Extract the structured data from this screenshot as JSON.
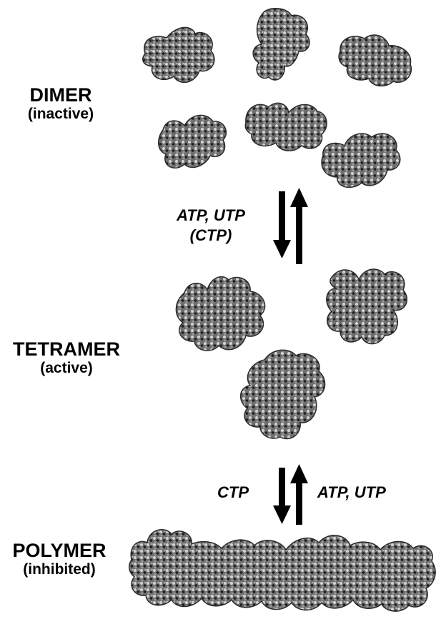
{
  "states": {
    "dimer": {
      "name": "DIMER",
      "description": "(inactive)"
    },
    "tetramer": {
      "name": "TETRAMER",
      "description": "(active)"
    },
    "polymer": {
      "name": "POLYMER",
      "description": "(inhibited)"
    }
  },
  "transitions": {
    "dimer_to_tetramer": {
      "line1": "ATP, UTP",
      "line2": "(CTP)"
    },
    "tetramer_polymer": {
      "forward": "CTP",
      "reverse": "ATP, UTP"
    }
  },
  "colors": {
    "protein_base": "#6e6e6e",
    "protein_light": "#d2d2d2",
    "protein_dark": "#1e1e1e",
    "arrow": "#000000",
    "text": "#000000"
  }
}
